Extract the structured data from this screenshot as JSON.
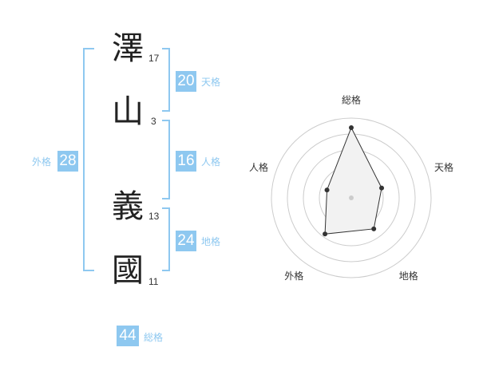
{
  "name": {
    "chars": [
      {
        "char": "澤",
        "strokes": "17"
      },
      {
        "char": "山",
        "strokes": "3"
      },
      {
        "char": "義",
        "strokes": "13"
      },
      {
        "char": "國",
        "strokes": "11"
      }
    ]
  },
  "fortunes": {
    "tenkaku": {
      "value": "20",
      "label": "天格"
    },
    "jinkaku": {
      "value": "16",
      "label": "人格"
    },
    "chikaku": {
      "value": "24",
      "label": "地格"
    },
    "gaikaku": {
      "value": "28",
      "label": "外格"
    },
    "soukaku": {
      "value": "44",
      "label": "総格"
    }
  },
  "chart_data": {
    "type": "radar",
    "axes": [
      "総格",
      "天格",
      "地格",
      "外格",
      "人格"
    ],
    "values": [
      44,
      20,
      24,
      28,
      16
    ],
    "ring_count": 5,
    "colors": {
      "fill": "#f2f2f2",
      "line": "#333333",
      "grid": "#cccccc",
      "point": "#333333",
      "center": "#cccccc"
    }
  }
}
